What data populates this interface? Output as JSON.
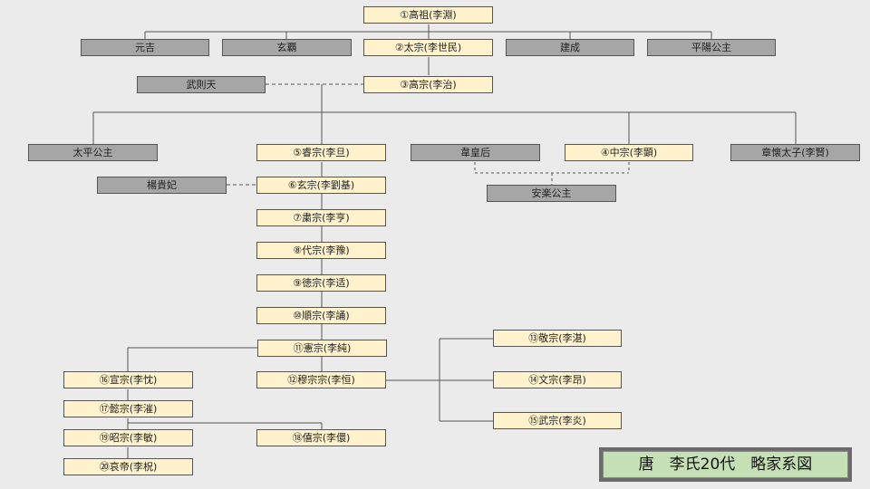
{
  "title": "唐　李氏20代　略家系図",
  "people": {
    "gaozu": "①高祖(李淵)",
    "yuanji": "元吉",
    "xuanba": "玄覇",
    "taizong": "②太宗(李世民)",
    "jiancheng": "建成",
    "pingyang": "平陽公主",
    "wuzetian": "武則天",
    "gaozong": "③高宗(李治)",
    "taiping": "太平公主",
    "ruizong": "⑤睿宗(李旦)",
    "weihuanghou": "韋皇后",
    "zhongzong": "④中宗(李顕)",
    "zhanghuai": "章懐太子(李賢)",
    "anle": "安楽公主",
    "yangguifei": "楊貴妃",
    "xuanzong": "⑥玄宗(李劉基)",
    "suzong": "⑦粛宗(李亨)",
    "daizong": "⑧代宗(李豫)",
    "dezong": "⑨徳宗(李适)",
    "shunzong": "⑩順宗(李誦)",
    "xianzong": "⑪憲宗(李純)",
    "muzong": "⑫穆宗宗(李恒)",
    "jingzong": "⑬敬宗(李湛)",
    "wenzong": "⑭文宗(李昂)",
    "wuzong": "⑮武宗(李炎)",
    "xuanzong2": "⑯宣宗(李忱)",
    "yizong": "⑰懿宗(李漼)",
    "zhaozong": "⑲昭宗(李敏)",
    "aidi": "⑳哀帝(李柷)",
    "xizong": "⑱僖宗(李儇)"
  }
}
